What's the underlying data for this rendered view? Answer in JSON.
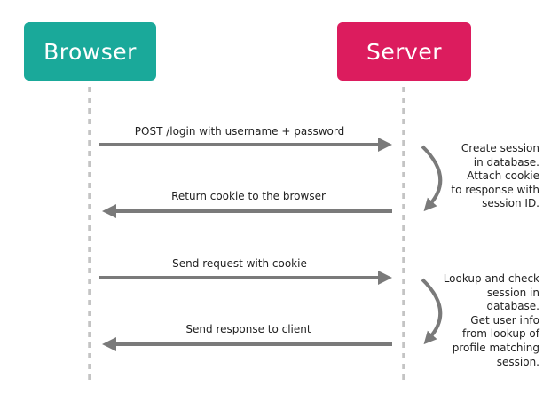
{
  "colors": {
    "browser": "#1aa99a",
    "server": "#dc1c5e",
    "line": "#c4c4c4",
    "arrow": "#7a7a7a"
  },
  "actors": {
    "browser": {
      "label": "Browser"
    },
    "server": {
      "label": "Server"
    }
  },
  "messages": [
    {
      "label": "POST /login with username + password",
      "direction": "to-server"
    },
    {
      "label": "Return cookie to the browser",
      "direction": "to-browser"
    },
    {
      "label": "Send request with cookie",
      "direction": "to-server"
    },
    {
      "label": "Send response to client",
      "direction": "to-browser"
    }
  ],
  "notes": [
    {
      "text": "Create session\nin database.\nAttach cookie\nto response with\nsession ID."
    },
    {
      "text": "Lookup and check\nsession in\ndatabase.\nGet user info\nfrom lookup of\nprofile matching\nsession."
    }
  ]
}
